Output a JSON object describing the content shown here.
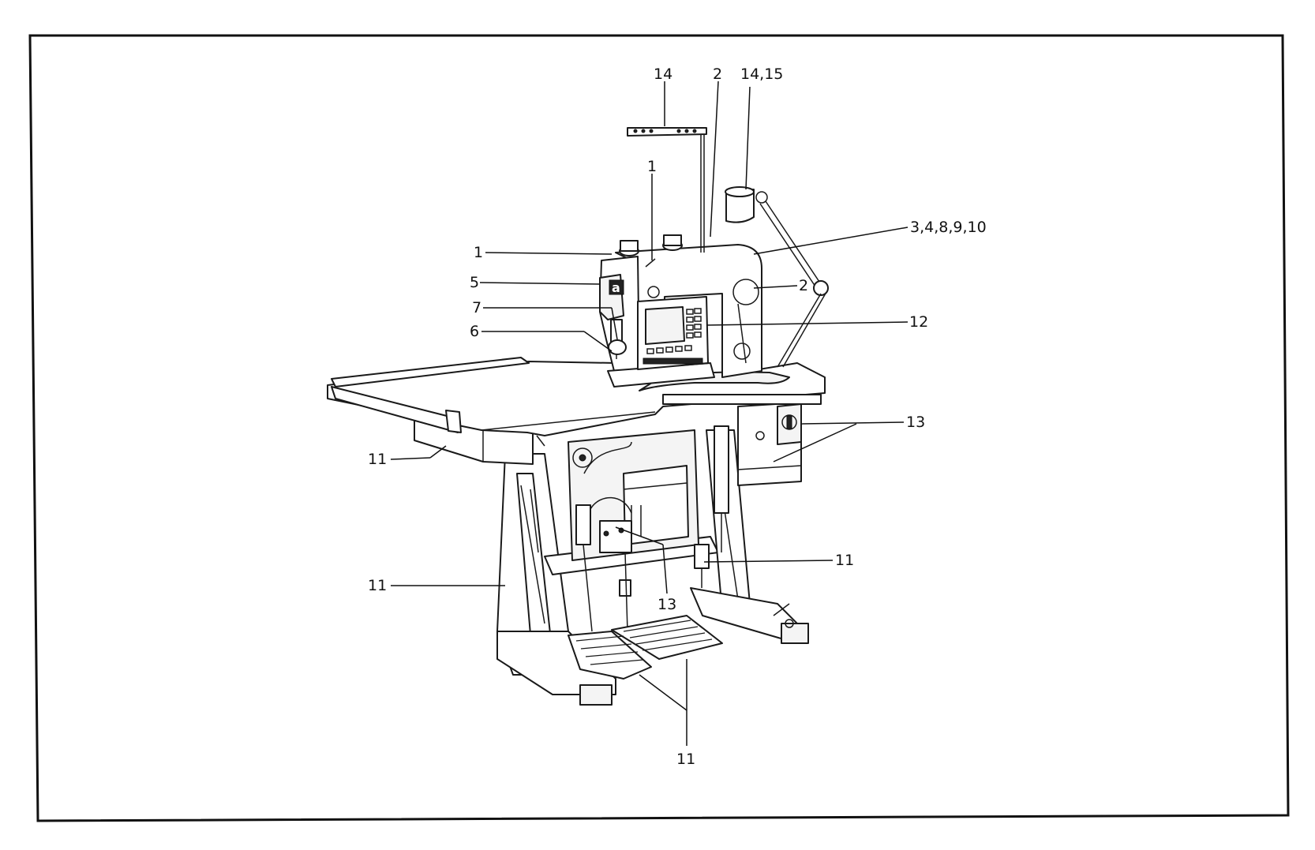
{
  "callouts": {
    "c14_top": "14",
    "c2_top": "2",
    "c14_15": "14,15",
    "c1_upper": "1",
    "c3_4_8_9_10": "3,4,8,9,10",
    "c1_left": "1",
    "c5": "5",
    "c2_right": "2",
    "c7": "7",
    "c12": "12",
    "c6": "6",
    "c13_right": "13",
    "c11_left_upper": "11",
    "c11_right": "11",
    "c11_left_lower": "11",
    "c13_center": "13",
    "c11_bottom": "11"
  },
  "logo_glyph": "a",
  "colors": {
    "line": "#1a1a1a",
    "paper": "#ffffff"
  }
}
